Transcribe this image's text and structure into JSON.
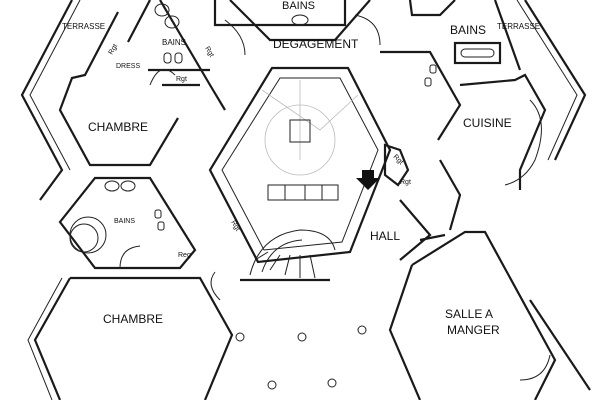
{
  "rooms": {
    "terrasse_left": "TERRASSE",
    "terrasse_right": "TERRASSE",
    "bains_top_left": "BAINS",
    "bains_top_center": "BAINS",
    "bains_top_right": "BAINS",
    "bains_left": "BAINS",
    "dress": "DRESS",
    "degagement": "DEGAGEMENT",
    "chambre_upper": "CHAMBRE",
    "chambre_lower": "CHAMBRE",
    "cuisine": "CUISINE",
    "hall": "HALL",
    "salle_a_manger_line1": "SALLE A",
    "salle_a_manger_line2": "MANGER"
  },
  "storage_labels": {
    "rgt_1": "Rgt",
    "rgt_2": "Rgt",
    "rgt_3": "Rgt",
    "rgt_4": "Rgt",
    "rgt_5": "Rgt",
    "rgt_6": "Rgt",
    "reg": "Reg"
  },
  "colors": {
    "ink": "#1a1a1a",
    "paper": "#ffffff"
  }
}
